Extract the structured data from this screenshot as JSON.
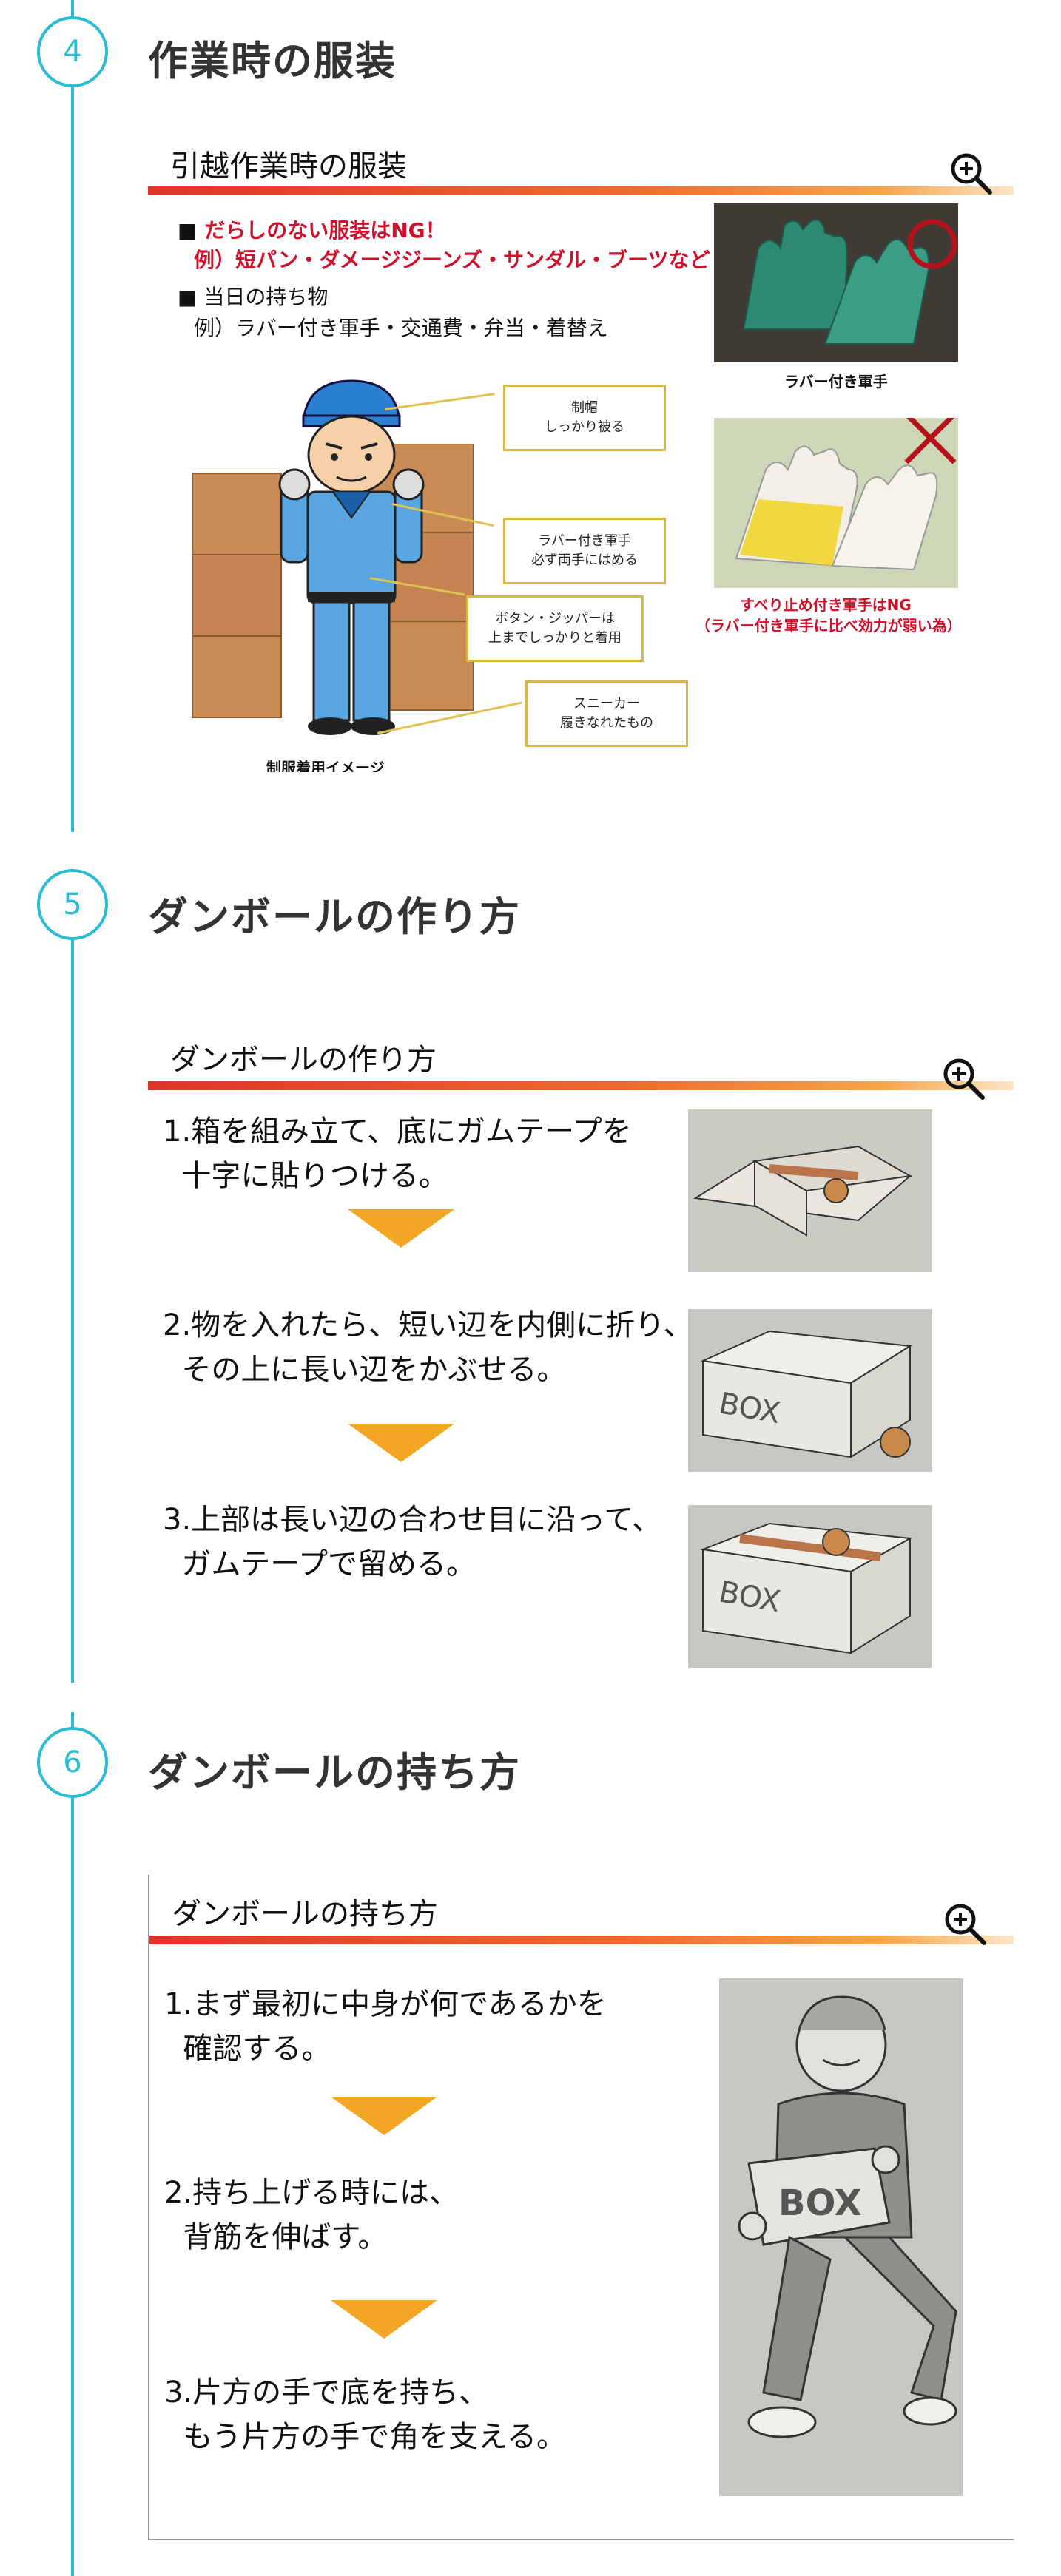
{
  "sections": [
    {
      "number": "4",
      "title": "作業時の服装",
      "slide": {
        "title": "引越作業時の服装",
        "bullets": [
          {
            "marker": "■",
            "text": "だらしのない服装はNG！"
          },
          {
            "text": "例）短パン・ダメージジーンズ・サンダル・ブーツなど"
          },
          {
            "marker": "■",
            "text": "当日の持ち物"
          },
          {
            "text": "例）ラバー付き軍手・交通費・弁当・着替え"
          }
        ],
        "callouts": [
          "制帽\nしっかり被る",
          "ラバー付き軍手\n必ず両手にはめる",
          "ボタン・ジッパーは\n上までしっかりと着用",
          "スニーカー\n履きなれたもの"
        ],
        "figure_caption": "制服着用イメージ",
        "photo1_caption": "ラバー付き軍手",
        "photo2_caption_1": "すべり止め付き軍手はNG",
        "photo2_caption_2": "（ラバー付き軍手に比べ効力が弱い為）"
      }
    },
    {
      "number": "5",
      "title": "ダンボールの作り方",
      "slide": {
        "title": "ダンボールの作り方",
        "steps": [
          "1.箱を組み立て、底にガムテープを\n  十字に貼りつける。",
          "2.物を入れたら、短い辺を内側に折り、\n  その上に長い辺をかぶせる。",
          "3.上部は長い辺の合わせ目に沿って、\n  ガムテープで留める。"
        ],
        "box_label": "BOX"
      }
    },
    {
      "number": "6",
      "title": "ダンボールの持ち方",
      "slide": {
        "title": "ダンボールの持ち方",
        "steps": [
          "1.まず最初に中身が何であるかを\n  確認する。",
          "2.持ち上げる時には、\n  背筋を伸ばす。",
          "3.片方の手で底を持ち、\n  もう片方の手で角を支える。"
        ],
        "box_label": "BOX"
      }
    }
  ],
  "colors": {
    "accent": "#2bbcd4",
    "arrow": "#f2a623",
    "ng_text": "#d0102a"
  }
}
